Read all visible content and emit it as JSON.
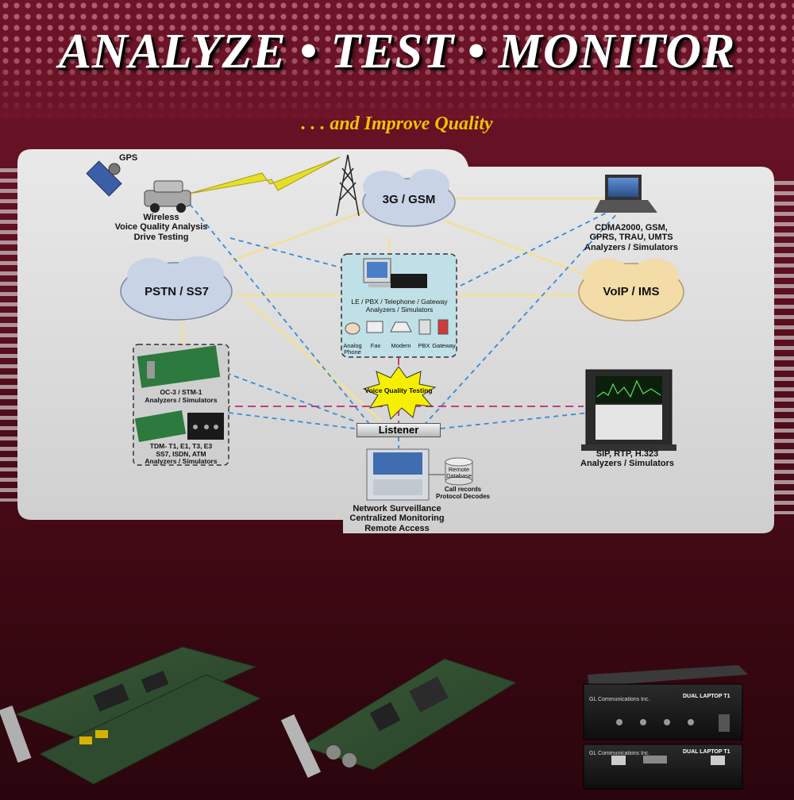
{
  "header": {
    "headline": "ANALYZE • TEST • MONITOR",
    "subheadline": ". . . and Improve Quality"
  },
  "diagram": {
    "clouds": {
      "gsm": "3G / GSM",
      "pstn": "PSTN / SS7",
      "voip": "VoIP / IMS"
    },
    "gps_label": "GPS",
    "wireless": [
      "Wireless",
      "Voice Quality Analysis",
      "Drive Testing"
    ],
    "cdma": [
      "CDMA2000, GSM,",
      "GPRS, TRAU, UMTS",
      "Analyzers / Simulators"
    ],
    "center_box": [
      "LE / PBX / Telephone / Gateway",
      "Analyzers / Simulators"
    ],
    "center_devices": {
      "analog_phone": [
        "Analog",
        "Phone"
      ],
      "fax": "Fax",
      "modem": "Modem",
      "pbx": "PBX",
      "gateway": "Gateway"
    },
    "oc3": [
      "OC-3 / STM-1",
      "Analyzers / Simulators"
    ],
    "tdm": [
      "TDM- T1, E1, T3, E3",
      "SS7, ISDN, ATM",
      "Analyzers / Simulators"
    ],
    "voice_quality": "Voice Quality Testing",
    "listener": "Listener",
    "remote_db": [
      "Remote",
      "Database"
    ],
    "call_records": [
      "Call records",
      "Protocol Decodes"
    ],
    "network_surveillance": [
      "Network Surveillance",
      "Centralized Monitoring",
      "Remote Access"
    ],
    "sip": [
      "SIP, RTP, H.323",
      "Analyzers / Simulators"
    ]
  },
  "products": {
    "laptop_label": "DUAL LAPTOP T1",
    "laptop_brand": "GL Communications Inc."
  },
  "colors": {
    "background": "#5c0f20",
    "headline": "#ffffff",
    "subheadline": "#f2c200",
    "panel": "#dcdcdc",
    "cloud": "#c9d3e6",
    "cloud_voip": "#f3dca8",
    "link_solid": "#f0e0a0",
    "link_dashed_blue": "#3a8ad6",
    "link_dashed_pink": "#c0407a"
  }
}
